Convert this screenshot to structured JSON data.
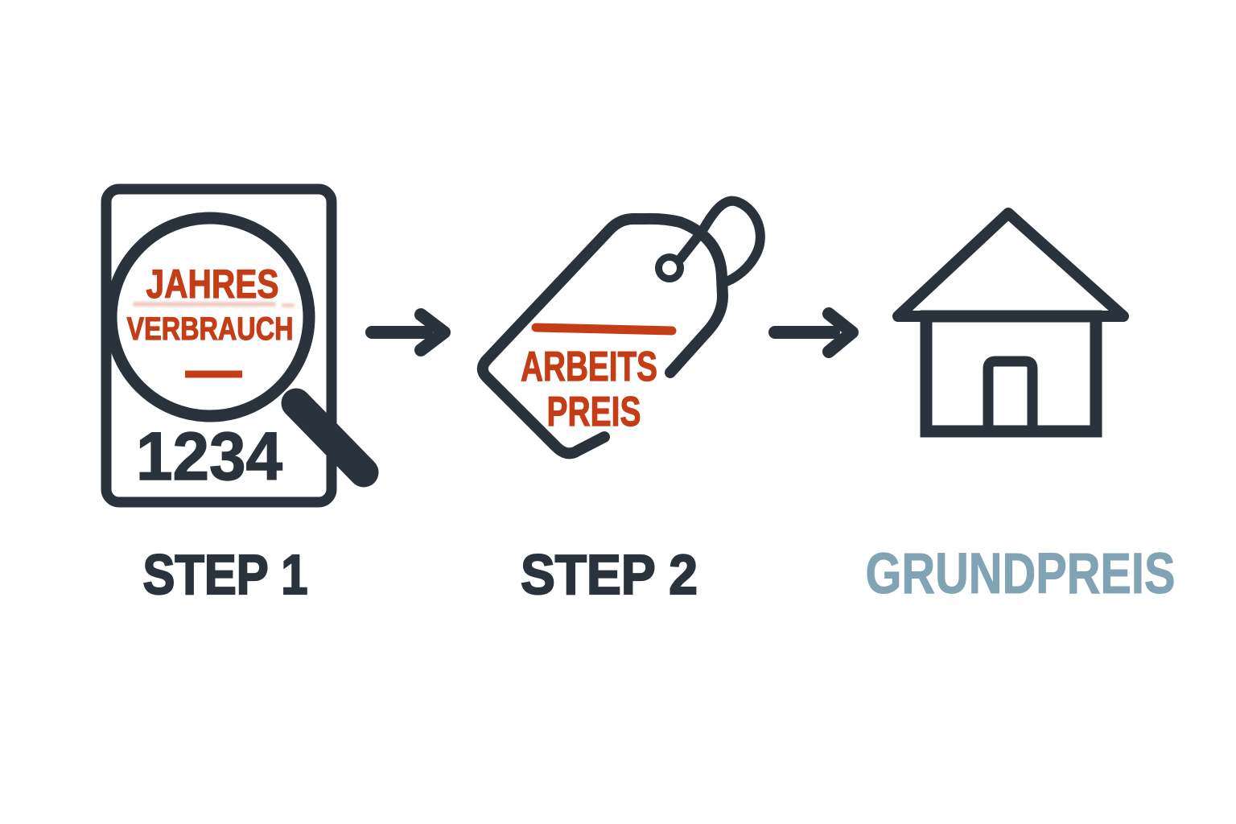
{
  "diagram": {
    "background": "#FFFFFF",
    "colors": {
      "ink": "#2A333C",
      "accent_red": "#C43D16",
      "fill_blue": "#A7C2D0",
      "result_text_blue": "#80A4B4"
    },
    "step1": {
      "label": "STEP 1",
      "icon": "document-magnifier-icon",
      "magnifier_line1": "JAHRES",
      "magnifier_line2": "VERBRAUCH",
      "document_value": "1234"
    },
    "arrow1": {
      "icon": "arrow-right-icon"
    },
    "step2": {
      "label": "STEP 2",
      "icon": "price-tag-icon",
      "tag_line1": "ARBEITS",
      "tag_line2": "PREIS"
    },
    "arrow2": {
      "icon": "arrow-right-icon"
    },
    "result": {
      "label": "GRUNDPREIS",
      "icon": "house-icon"
    }
  }
}
